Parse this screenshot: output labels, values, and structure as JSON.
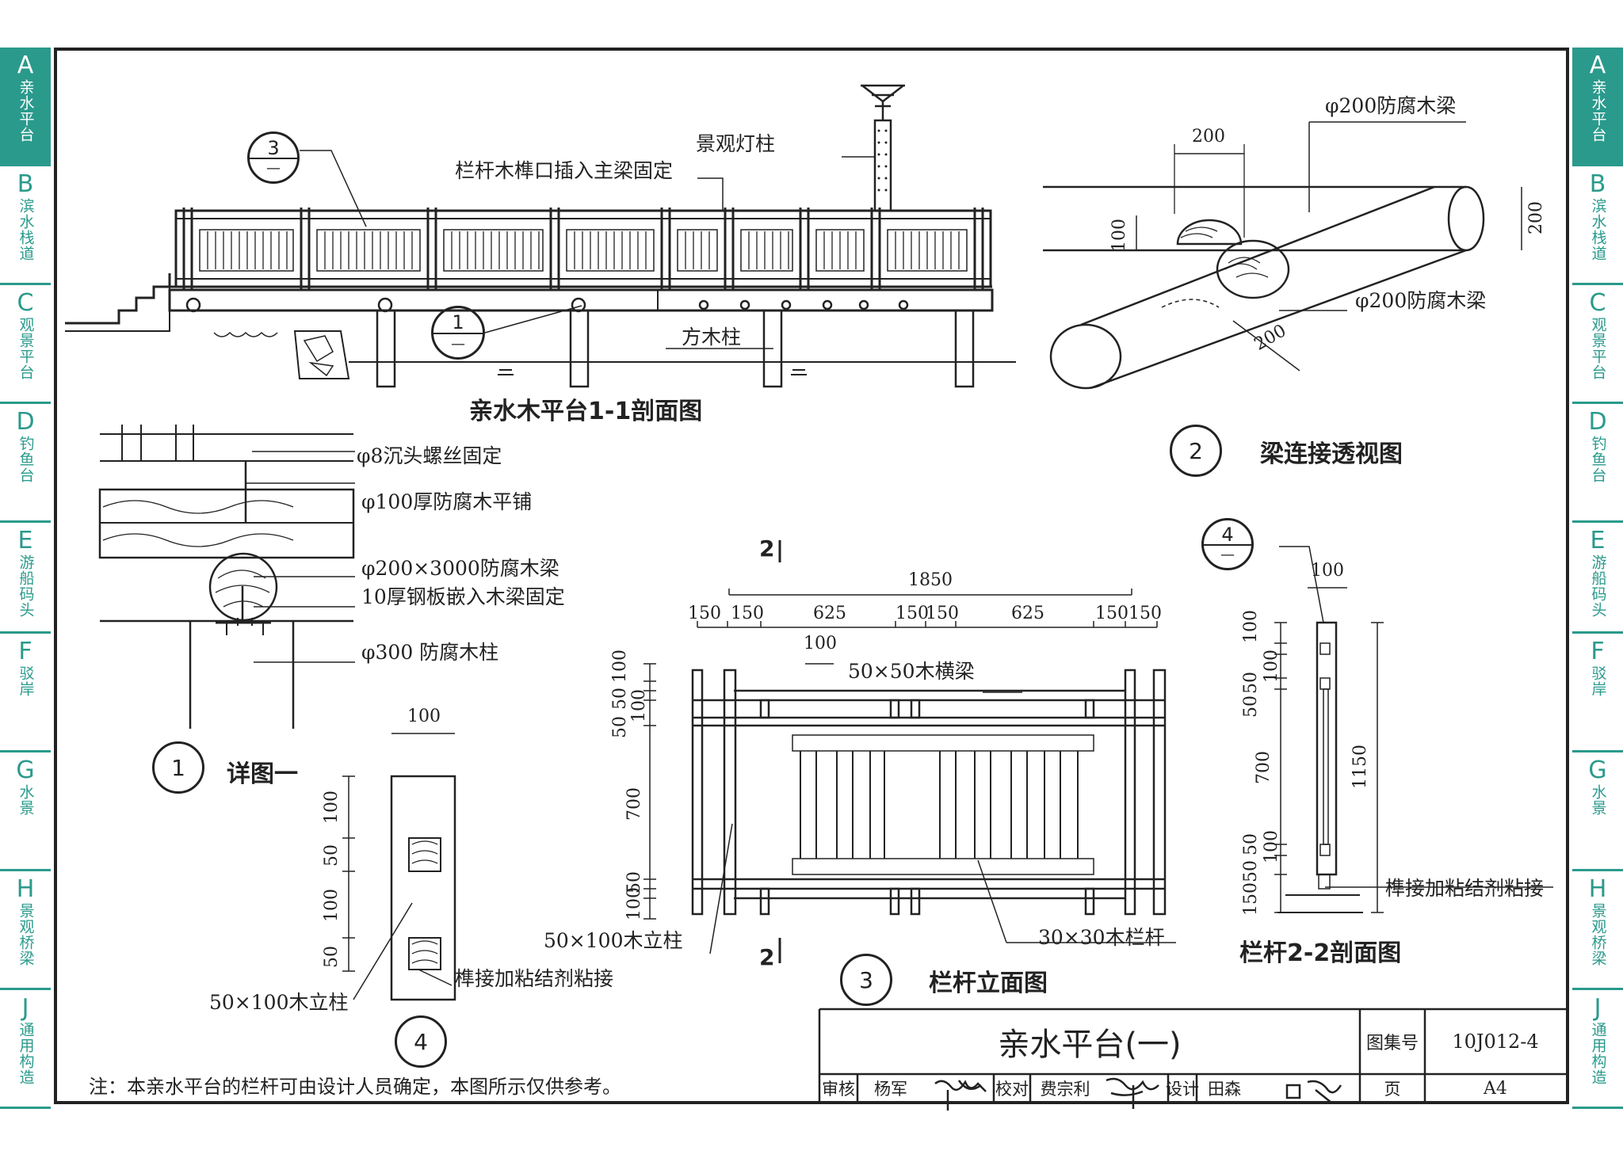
{
  "sidebar": {
    "tabs": [
      {
        "letter": "A",
        "name": "亲水平台"
      },
      {
        "letter": "B",
        "name": "滨水栈道"
      },
      {
        "letter": "C",
        "name": "观景平台"
      },
      {
        "letter": "D",
        "name": "钓鱼台"
      },
      {
        "letter": "E",
        "name": "游船码头"
      },
      {
        "letter": "F",
        "name": "驳岸"
      },
      {
        "letter": "G",
        "name": "水景"
      },
      {
        "letter": "H",
        "name": "景观桥梁"
      },
      {
        "letter": "J",
        "name": "通用构造"
      }
    ],
    "active_color": "#2a9a8c"
  },
  "section_1_1": {
    "title": "亲水木平台1-1剖面图",
    "label_lamp": "景观灯柱",
    "label_mortise": "栏杆木榫口插入主梁固定",
    "label_post": "方木柱",
    "marker_3": "3",
    "marker_1": "1",
    "marker_dash": "—"
  },
  "detail_1": {
    "title": "详图一",
    "number": "1",
    "labels": [
      "φ8沉头螺丝固定",
      "φ100厚防腐木平铺",
      "φ200×3000防腐木梁",
      "10厚钢板嵌入木梁固定",
      "φ300 防腐木柱"
    ]
  },
  "beam_perspective": {
    "title": "梁连接透视图",
    "number": "2",
    "label_top": "φ200防腐木梁",
    "label_bottom": "φ200防腐木梁",
    "dims": [
      "200",
      "100",
      "200",
      "200"
    ]
  },
  "railing_elevation": {
    "title": "栏杆立面图",
    "number": "3",
    "section_mark": "2",
    "total": "1850",
    "top_dims": [
      "150",
      "150",
      "625",
      "150",
      "150",
      "625",
      "150",
      "150"
    ],
    "dim_100": "100",
    "left_dims": [
      "100",
      "50",
      "50",
      "100",
      "700",
      "50",
      "100"
    ],
    "label_beam": "50×50木横梁",
    "label_post": "50×100木立柱",
    "label_baluster": "30×30木栏杆"
  },
  "detail_4": {
    "number": "4",
    "width": "100",
    "dims": [
      "100",
      "50",
      "100",
      "50"
    ],
    "label_post": "50×100木立柱",
    "label_joint": "榫接加粘结剂粘接"
  },
  "section_2_2": {
    "title": "栏杆2-2剖面图",
    "marker": "4",
    "width": "100",
    "left_dims": [
      "100",
      "50",
      "50",
      "100",
      "700",
      "50",
      "50",
      "100",
      "150"
    ],
    "height": "1150",
    "label_joint": "榫接加粘结剂粘接"
  },
  "note": "注：本亲水平台的栏杆可由设计人员确定，本图所示仅供参考。",
  "title_block": {
    "title": "亲水平台(一)",
    "atlas_label": "图集号",
    "atlas_no": "10J012-4",
    "review_label": "审核",
    "reviewer": "杨军",
    "check_label": "校对",
    "checker": "费宗利",
    "design_label": "设计",
    "designer": "田森",
    "page_label": "页",
    "page": "A4"
  }
}
